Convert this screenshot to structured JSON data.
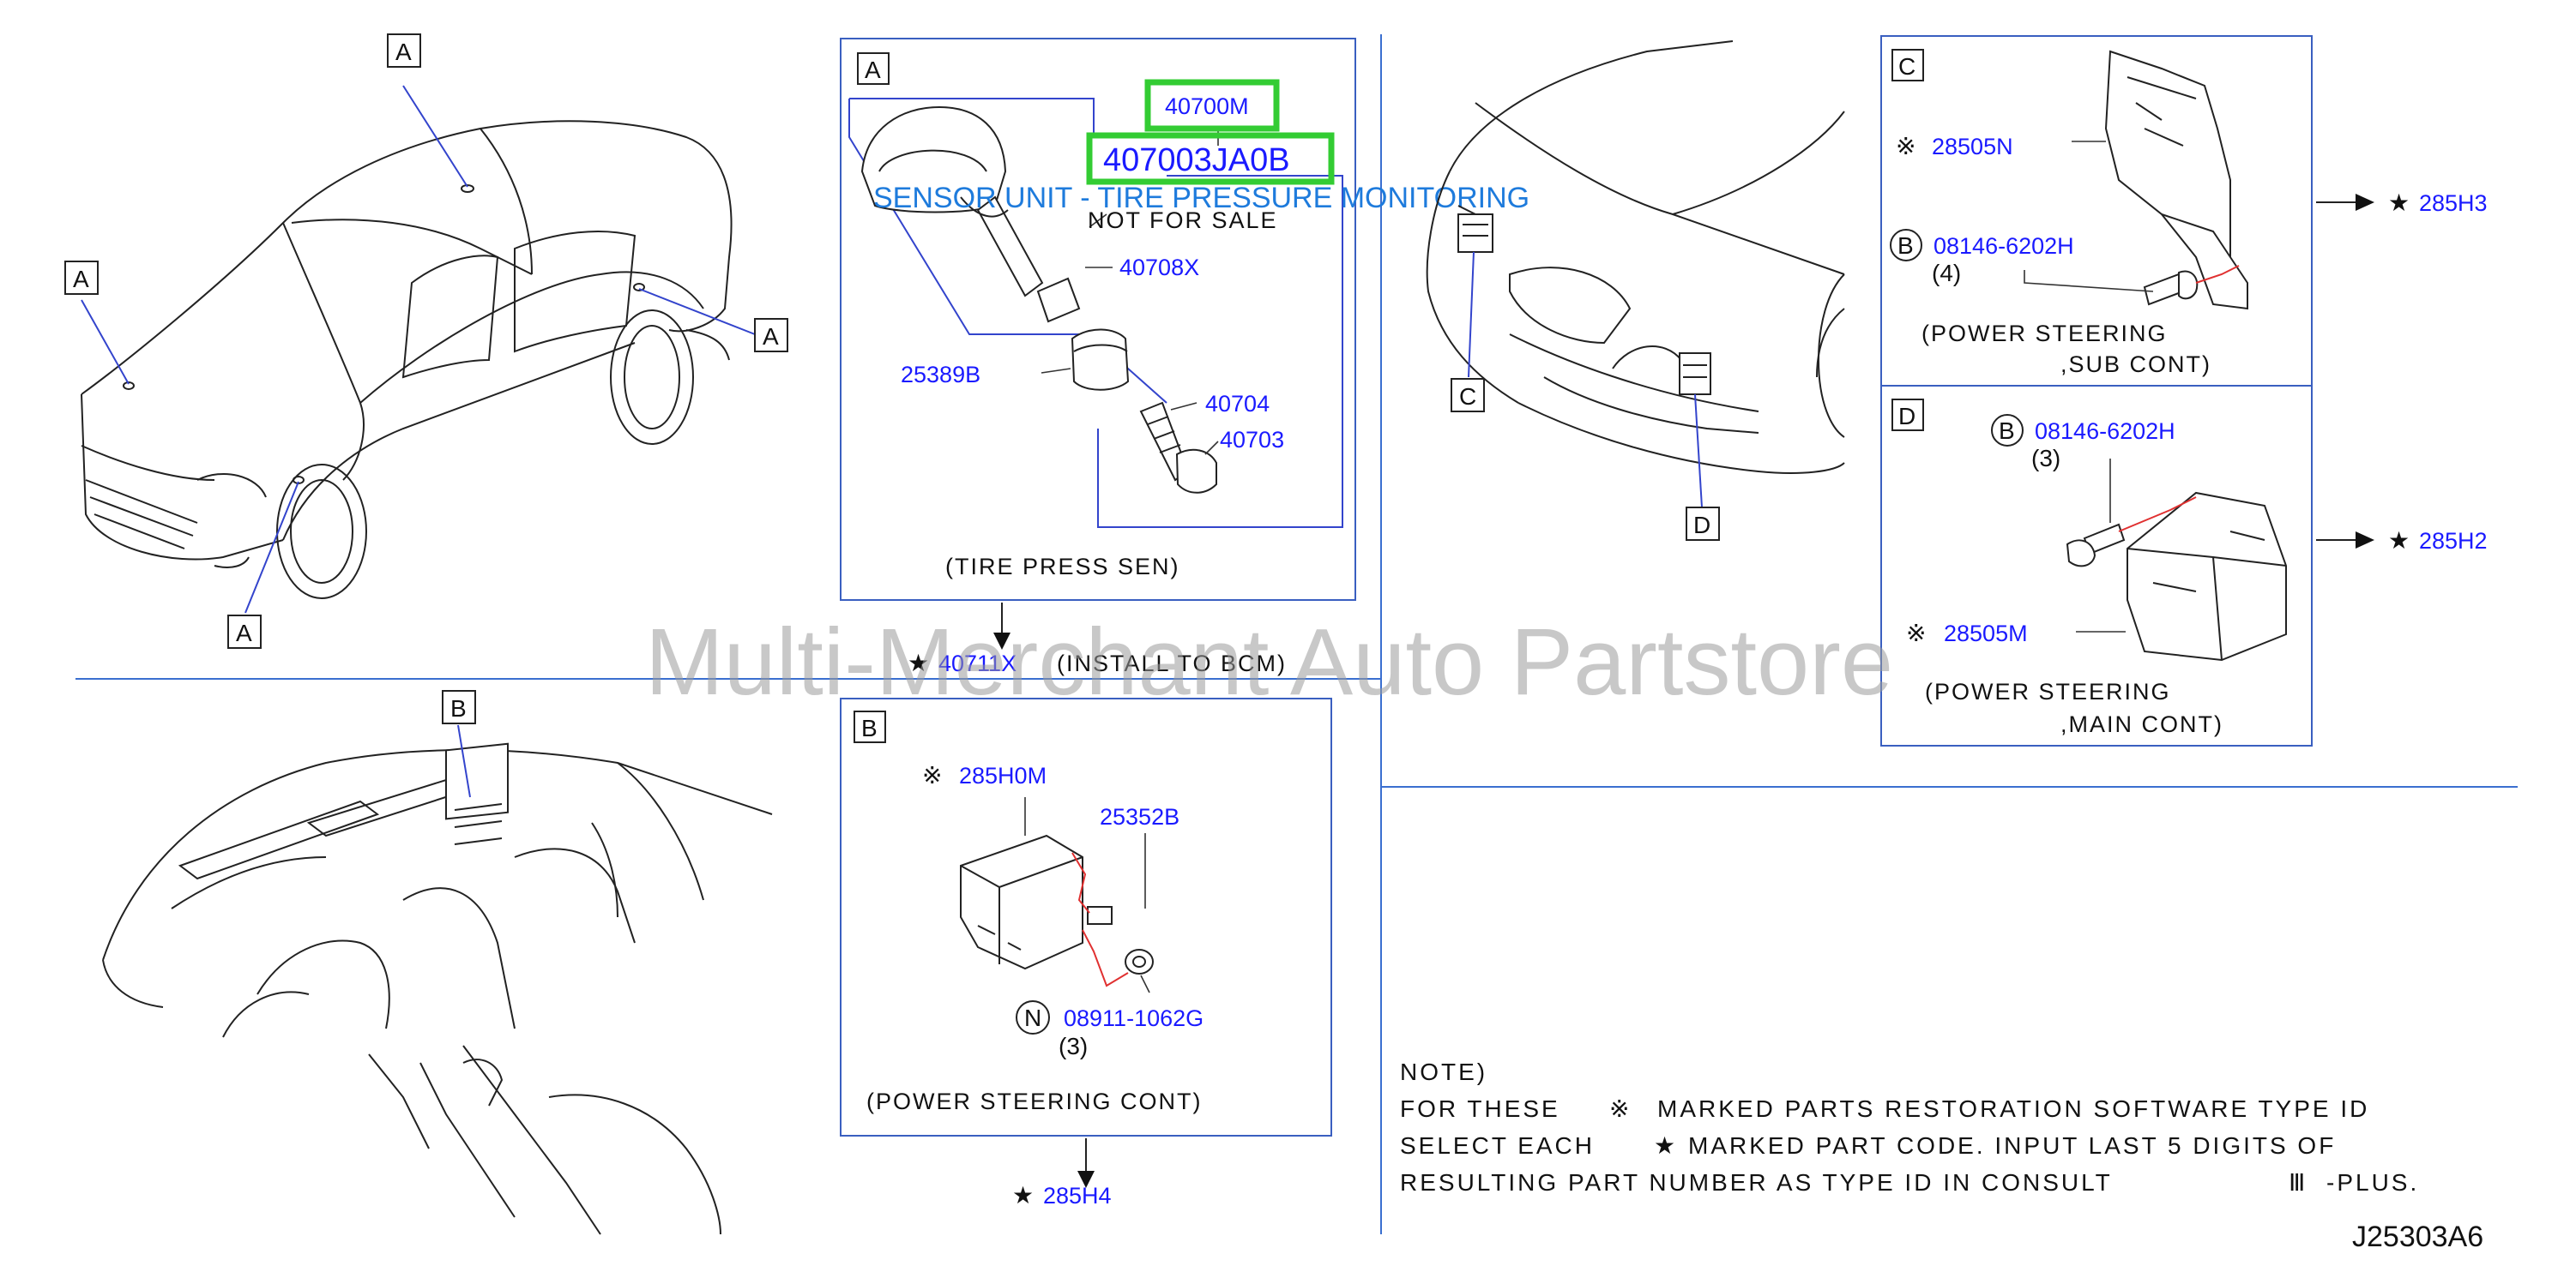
{
  "callout_letters": {
    "a": "A",
    "b": "B",
    "c": "C",
    "d": "D"
  },
  "panel_a": {
    "box_label": "A",
    "highlight_main": "40700M",
    "highlight_part_number": "407003JA0B",
    "part_description": "SENSOR UNIT - TIRE PRESSURE MONITORING",
    "not_for_sale": "NOT FOR SALE",
    "parts": [
      "40708X",
      "25389B",
      "40704",
      "40703"
    ],
    "caption": "(TIRE PRESS SEN)",
    "install_part": "40711X",
    "install_note": "(INSTALL TO BCM)"
  },
  "panel_b": {
    "box_label": "B",
    "part_main": "285H0M",
    "part_connector": "25352B",
    "bolt_symbol": "N",
    "bolt_part": "08911-1062G",
    "bolt_qty": "(3)",
    "caption": "(POWER STEERING CONT)",
    "out_part": "285H4"
  },
  "panel_c": {
    "box_label": "C",
    "part_main": "28505N",
    "bolt_symbol": "B",
    "bolt_part": "08146-6202H",
    "bolt_qty": "(4)",
    "caption_line1": "(POWER STEERING",
    "caption_line2": ",SUB CONT)",
    "out_part": "285H3"
  },
  "panel_d": {
    "box_label": "D",
    "part_main": "28505M",
    "bolt_symbol": "B",
    "bolt_part": "08146-6202H",
    "bolt_qty": "(3)",
    "caption_line1": "(POWER STEERING",
    "caption_line2": ",MAIN CONT)",
    "out_part": "285H2"
  },
  "symbols": {
    "star": "★",
    "asterisk": "※"
  },
  "note": {
    "title": "NOTE)",
    "line1_a": "FOR THESE",
    "line1_b": "MARKED PARTS RESTORATION SOFTWARE TYPE ID",
    "line2_a": "SELECT EACH",
    "line2_b": "MARKED PART CODE. INPUT LAST 5 DIGITS OF",
    "line3_a": "RESULTING PART NUMBER AS TYPE ID IN CONSULT",
    "line3_b": "-PLUS.",
    "roman": "Ⅲ"
  },
  "diagram_code": "J25303A6",
  "watermark": "Multi-Merchant Auto Partstore",
  "colors": {
    "part_blue": "#1a1aff",
    "description_blue": "#1e7bdc",
    "highlight_green": "#33cc33",
    "frame_blue": "#3a5fc0",
    "leader_red": "#e03030"
  }
}
